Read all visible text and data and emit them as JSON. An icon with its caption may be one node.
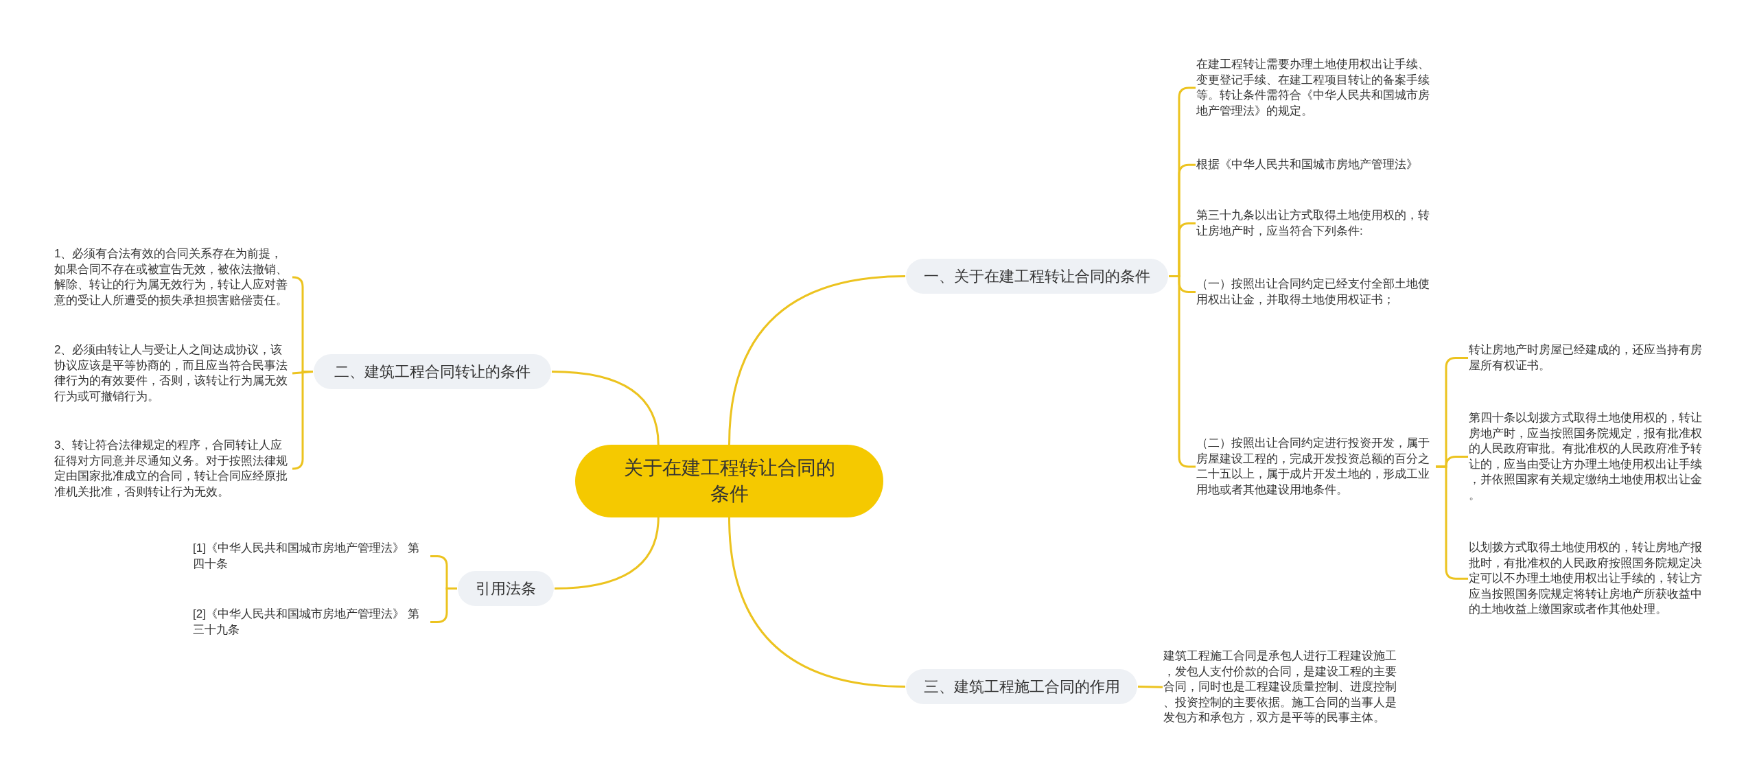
{
  "diagram": {
    "nodes": [
      {
        "text": [
          "关于在建工程转让合同的条件"
        ]
      },
      {
        "text": [
          "一、关于在建工程转让合同的条件"
        ]
      },
      {
        "text": [
          "在建工程转让需要办理土地使用权出让手续、变更登记手续、在建工程项目转让的备案手续等。转让条件需符合《中华人民共和国城市房地产管理法》的规定。"
        ]
      },
      {
        "text": [
          "根据《中华人民共和国城市房地产管理法》"
        ]
      },
      {
        "text": [
          "第三十九条以出让方式取得土地使用权的，转让房地产时，应当符合下列条件:"
        ]
      },
      {
        "text": [
          "（一）按照出让合同约定已经支付全部土地使用权出让金，并取得土地使用权证书；"
        ]
      },
      {
        "text": [
          "（二）按照出让合同约定进行投资开发，属于房屋建设工程的，完成开发投资总额的百分之二十五以上，属于成片开发土地的，形成工业用地或者其他建设用地条件。"
        ]
      },
      {
        "text": [
          "转让房地产时房屋已经建成的，还应当持有房屋所有权证书。"
        ]
      },
      {
        "text": [
          "第四十条以划拨方式取得土地使用权的，转让房地产时，应当按照国务院规定，报有批准权的人民政府审批。有批准权的人民政府准予转让的，应当由受让方办理土地使用权出让手续，并依照国家有关规定缴纳土地使用权出让金。"
        ]
      },
      {
        "text": [
          "以划拨方式取得土地使用权的，转让房地产报批时，有批准权的人民政府按照国务院规定决定可以不办理土地使用权出让手续的，转让方应当按照国务院规定将转让房地产所获收益中的土地收益上缴国家或者作其他处理。"
        ]
      },
      {
        "text": [
          "二、建筑工程合同转让的条件"
        ]
      },
      {
        "text": [
          "1、必须有合法有效的合同关系存在为前提，如果合同不存在或被宣告无效，被依法撤销、解除、转让的行为属无效行为，转让人应对善意的受让人所遭受的损失承担损害赔偿责任。"
        ]
      },
      {
        "text": [
          "2、必须由转让人与受让人之间达成协议，该协议应该是平等协商的，而且应当符合民事法律行为的有效要件，否则，该转让行为属无效行为或可撤销行为。"
        ]
      },
      {
        "text": [
          "3、转让符合法律规定的程序，合同转让人应征得对方同意并尽通知义务。对于按照法律规定由国家批准成立的合同，转让合同应经原批准机关批准，否则转让行为无效。"
        ]
      },
      {
        "text": [
          "引用法条"
        ]
      },
      {
        "text": [
          "[1]《中华人民共和国城市房地产管理法》 第四十条"
        ]
      },
      {
        "text": [
          "[2]《中华人民共和国城市房地产管理法》 第三十九条"
        ]
      },
      {
        "text": [
          "三、建筑工程施工合同的作用"
        ]
      },
      {
        "text": [
          "建筑工程施工合同是承包人进行工程建设施工，发包人支付价款的合同，是建设工程的主要合同，同时也是工程建设质量控制、进度控制、投资控制的主要依据。施工合同的当事人是发包方和承包方，双方是平等的民事主体。"
        ]
      }
    ],
    "edges": [
      {
        "from": 0,
        "to": 1,
        "arrow": "none"
      },
      {
        "from": 1,
        "to": 2,
        "arrow": "none"
      },
      {
        "from": 1,
        "to": 3,
        "arrow": "none"
      },
      {
        "from": 1,
        "to": 4,
        "arrow": "none"
      },
      {
        "from": 1,
        "to": 5,
        "arrow": "none"
      },
      {
        "from": 1,
        "to": 6,
        "arrow": "none"
      },
      {
        "from": 6,
        "to": 7,
        "arrow": "none"
      },
      {
        "from": 6,
        "to": 8,
        "arrow": "none"
      },
      {
        "from": 6,
        "to": 9,
        "arrow": "none"
      },
      {
        "from": 0,
        "to": 10,
        "arrow": "none"
      },
      {
        "from": 10,
        "to": 11,
        "arrow": "none"
      },
      {
        "from": 10,
        "to": 12,
        "arrow": "none"
      },
      {
        "from": 10,
        "to": 13,
        "arrow": "none"
      },
      {
        "from": 0,
        "to": 14,
        "arrow": "none"
      },
      {
        "from": 14,
        "to": 15,
        "arrow": "none"
      },
      {
        "from": 14,
        "to": 16,
        "arrow": "none"
      },
      {
        "from": 0,
        "to": 17,
        "arrow": "none"
      },
      {
        "from": 17,
        "to": 18,
        "arrow": "none"
      }
    ]
  }
}
